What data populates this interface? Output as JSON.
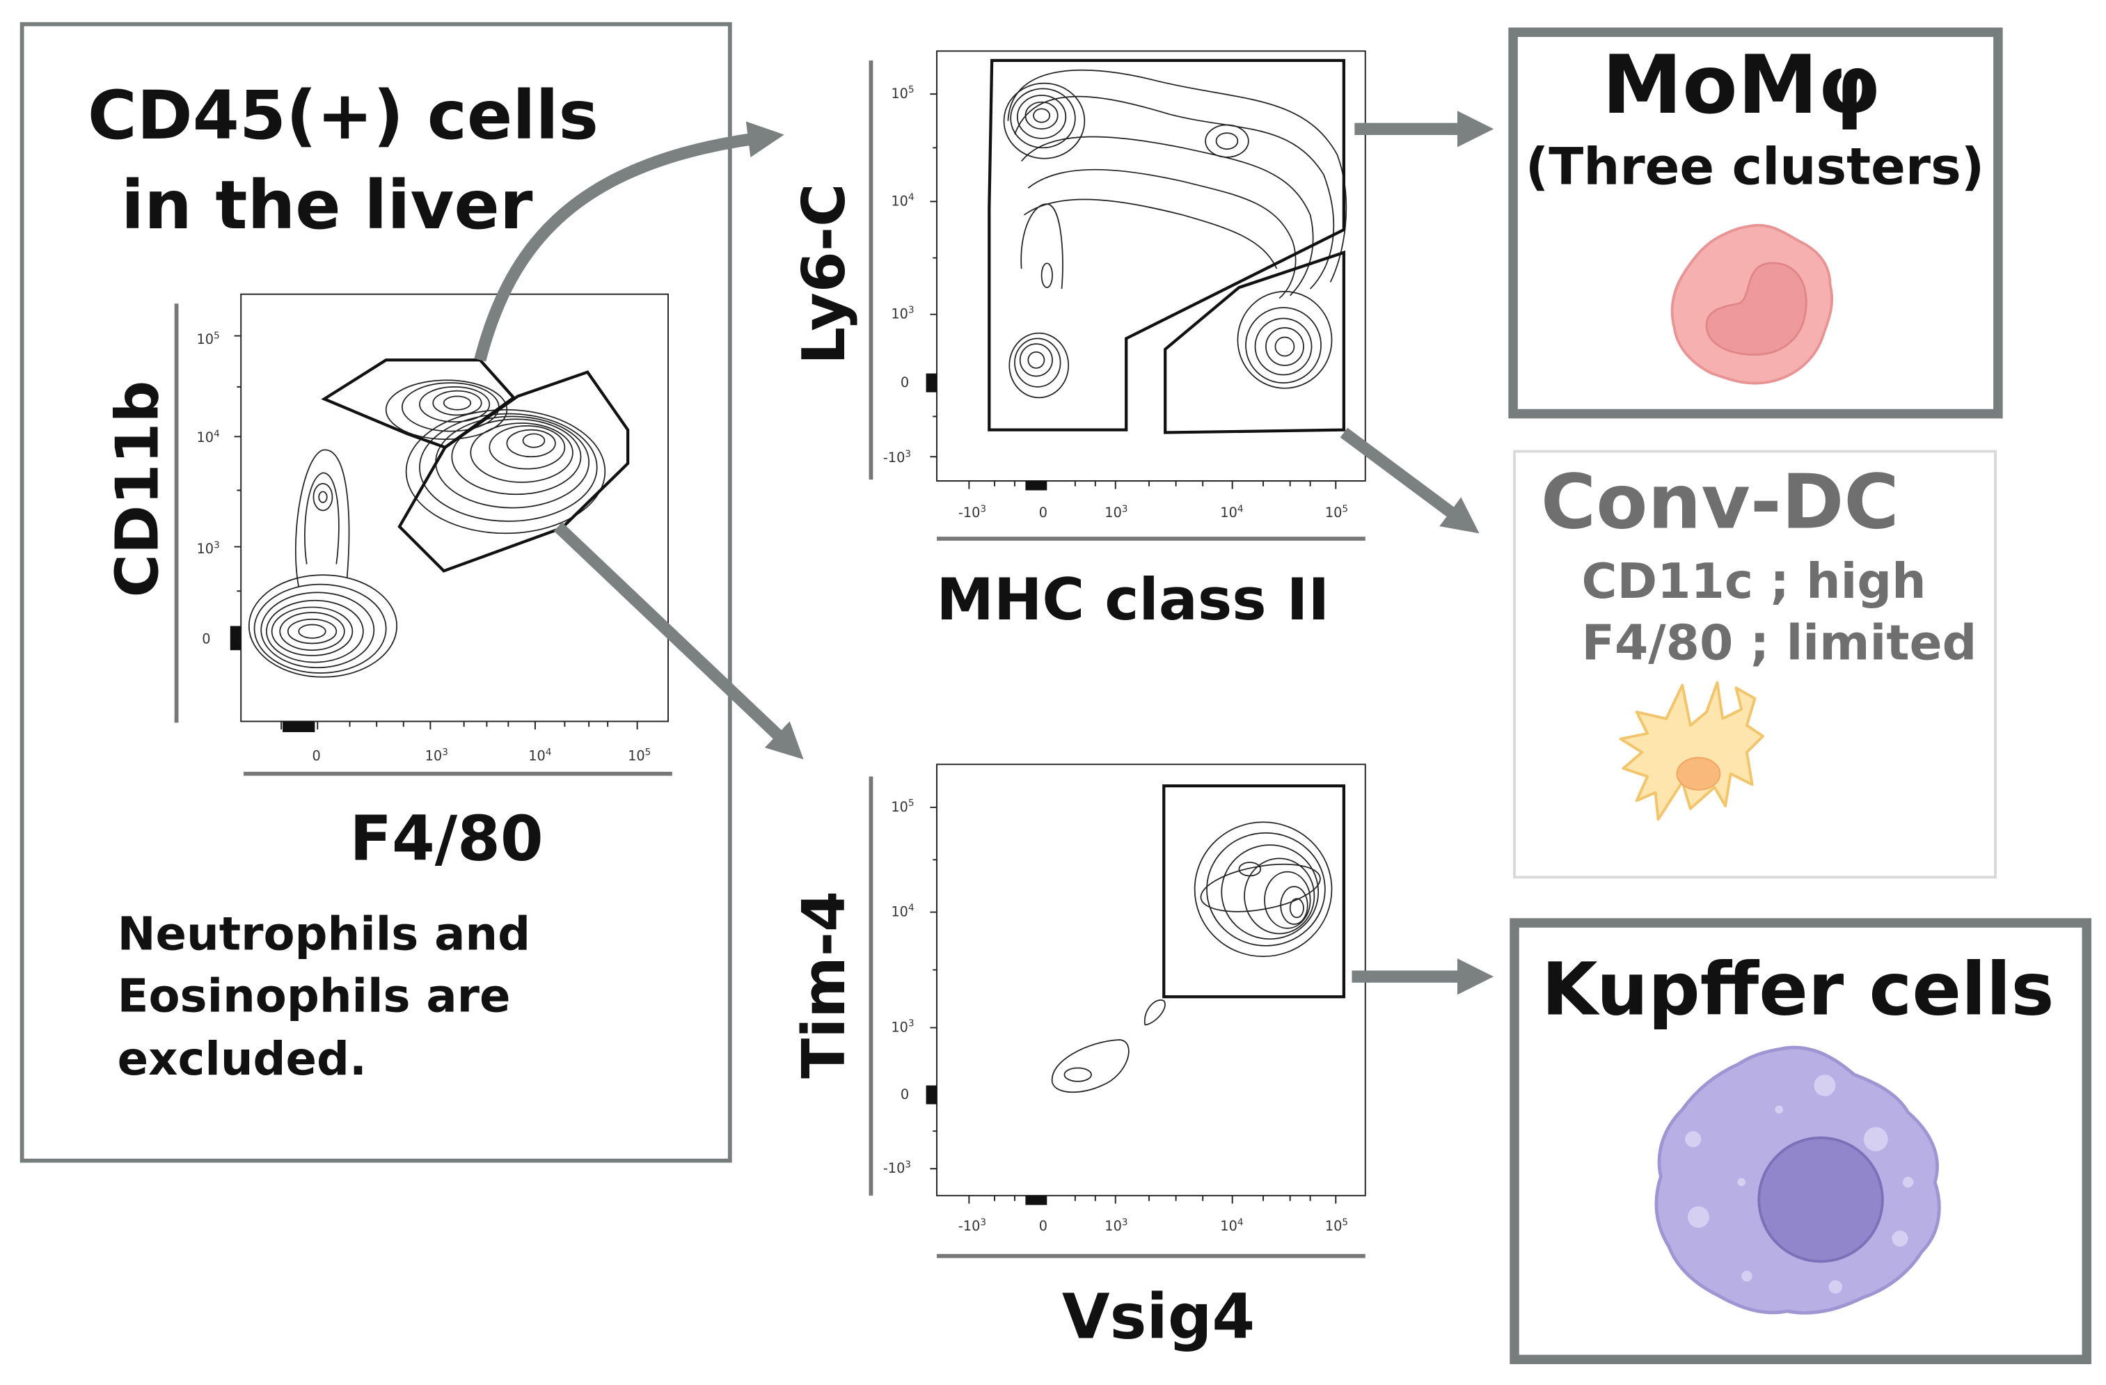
{
  "left_panel": {
    "title_line1": "CD45(+) cells",
    "title_line2": "in the liver",
    "note_line1": "Neutrophils and",
    "note_line2": "Eosinophils are",
    "note_line3": "excluded."
  },
  "plots": {
    "cd11b_f480": {
      "ylabel": "CD11b",
      "xlabel": "F4/80",
      "yticks": [
        "10^5",
        "10^4",
        "10^3",
        "0"
      ],
      "xticks": [
        "0",
        "10^3",
        "10^4",
        "10^5"
      ]
    },
    "ly6c_mhc": {
      "ylabel": "Ly6-C",
      "xlabel": "MHC class II",
      "yticks": [
        "10^5",
        "10^4",
        "10^3",
        "0",
        "-10^3"
      ],
      "xticks": [
        "-10^3",
        "0",
        "10^3",
        "10^4",
        "10^5"
      ]
    },
    "tim4_vsig4": {
      "ylabel": "Tim-4",
      "xlabel": "Vsig4",
      "yticks": [
        "10^5",
        "10^4",
        "10^3",
        "0",
        "-10^3"
      ],
      "xticks": [
        "-10^3",
        "0",
        "10^3",
        "10^4",
        "10^5"
      ]
    }
  },
  "boxes": {
    "momphi": {
      "title": "MoMφ",
      "subtitle": "(Three clusters)"
    },
    "convdc": {
      "title": "Conv-DC",
      "line1": "CD11c ; high",
      "line2": "F4/80  ; limited"
    },
    "kupffer": {
      "title": "Kupffer cells"
    }
  },
  "colors": {
    "box_border": "#777c7c",
    "arrow": "#7b8080",
    "momphi_cell": "#f4a7a7",
    "dc_cell": "#fde2a8",
    "kupffer_cell": "#b1a8e0",
    "convdc_text": "#6f6f6f"
  },
  "icons": [
    "monocyte-cell-icon",
    "dendritic-cell-icon",
    "kupffer-cell-icon"
  ]
}
